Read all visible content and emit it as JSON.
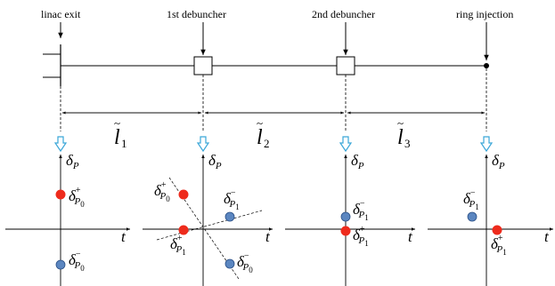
{
  "stations": {
    "linac_exit": "linac exit",
    "debuncher_1": "1st debuncher",
    "debuncher_2": "2nd debuncher",
    "ring_injection": "ring injection"
  },
  "drifts": [
    {
      "symbol": "l",
      "tilde": "~",
      "index": "1"
    },
    {
      "symbol": "l",
      "tilde": "~",
      "index": "2"
    },
    {
      "symbol": "l",
      "tilde": "~",
      "index": "3"
    }
  ],
  "axes": {
    "y_symbol": "δ",
    "y_sub": "P",
    "x_symbol": "t"
  },
  "points": {
    "p0_plus": {
      "sym": "δ",
      "sub": "P",
      "idx": "0",
      "sign": "+"
    },
    "p0_minus": {
      "sym": "δ",
      "sub": "P",
      "idx": "0",
      "sign": "−"
    },
    "p1_plus": {
      "sym": "δ",
      "sub": "P",
      "idx": "1",
      "sign": "+"
    },
    "p1_minus": {
      "sym": "δ",
      "sub": "P",
      "idx": "1",
      "sign": "−"
    }
  },
  "colors": {
    "plus_point": "#ee2b1c",
    "minus_point": "#5b86c0",
    "minus_stroke": "#2a4f86",
    "down_arrow": "#3aa6d8"
  }
}
